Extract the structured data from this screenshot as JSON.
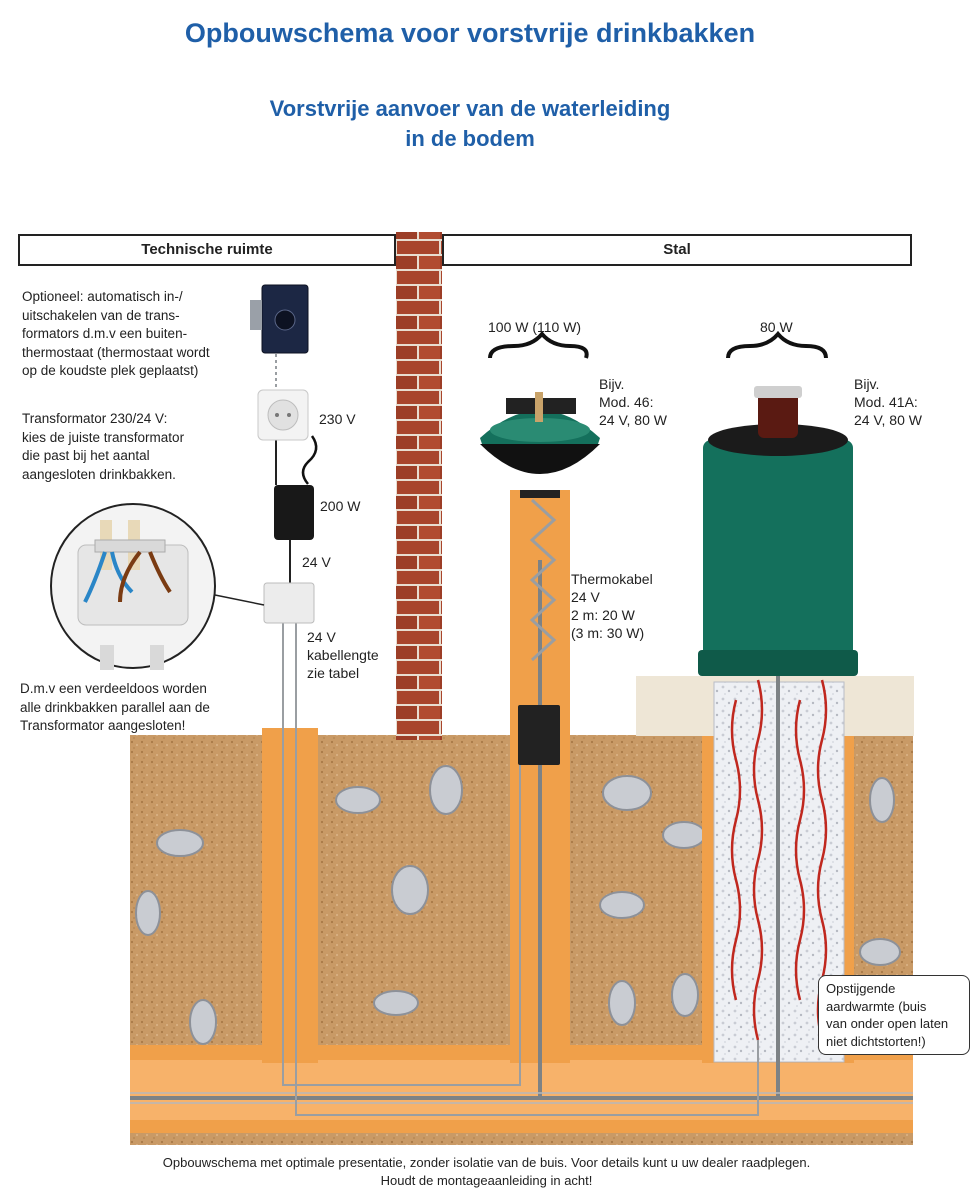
{
  "title": "Opbouwschema voor vorstvrije drinkbakken",
  "subtitle_line1": "Vorstvrije aanvoer van de waterleiding",
  "subtitle_line2": "in de bodem",
  "headers": {
    "left": "Technische ruimte",
    "right": "Stal"
  },
  "notes": {
    "optional": [
      "Optioneel: automatisch in-/",
      "uitschakelen van de trans-",
      "formators d.m.v een buiten-",
      "thermostaat (thermostaat wordt",
      "op de koudste plek geplaatst)"
    ],
    "transformer": [
      "Transformator 230/24 V:",
      "kies de juiste transformator",
      "die past bij het aantal",
      "aangesloten drinkbakken."
    ],
    "junction": [
      "D.m.v een verdeeldoos worden",
      "alle drinkbakken parallel aan de",
      "Transformator aangesloten!"
    ]
  },
  "labels": {
    "v230": "230 V",
    "w200": "200 W",
    "v24a": "24 V",
    "cable": [
      "24 V",
      "kabellengte",
      "zie tabel"
    ],
    "power46": "100 W (110 W)",
    "power41": "80 W",
    "model46": [
      "Bijv.",
      "Mod. 46:",
      "24 V, 80 W"
    ],
    "model41": [
      "Bijv.",
      "Mod. 41A:",
      "24 V, 80 W"
    ],
    "thermo": [
      "Thermokabel",
      "24 V",
      "2 m: 20 W",
      "(3 m: 30 W)"
    ],
    "earth": [
      "Opstijgende",
      "aardwarmte (buis",
      "van onder open laten",
      "niet dichtstorten!)"
    ]
  },
  "footer": [
    "Opbouwschema met optimale presentatie, zonder isolatie van de buis. Voor details kunt u uw dealer raadplegen.",
    "Houdt de montageaanleiding in acht!"
  ],
  "colors": {
    "title": "#1f5fa8",
    "soil": "#c99a66",
    "sand": "#f0a04a",
    "pipe": "#7d8285",
    "trough": "#14705c",
    "brick": "#a8452c"
  }
}
